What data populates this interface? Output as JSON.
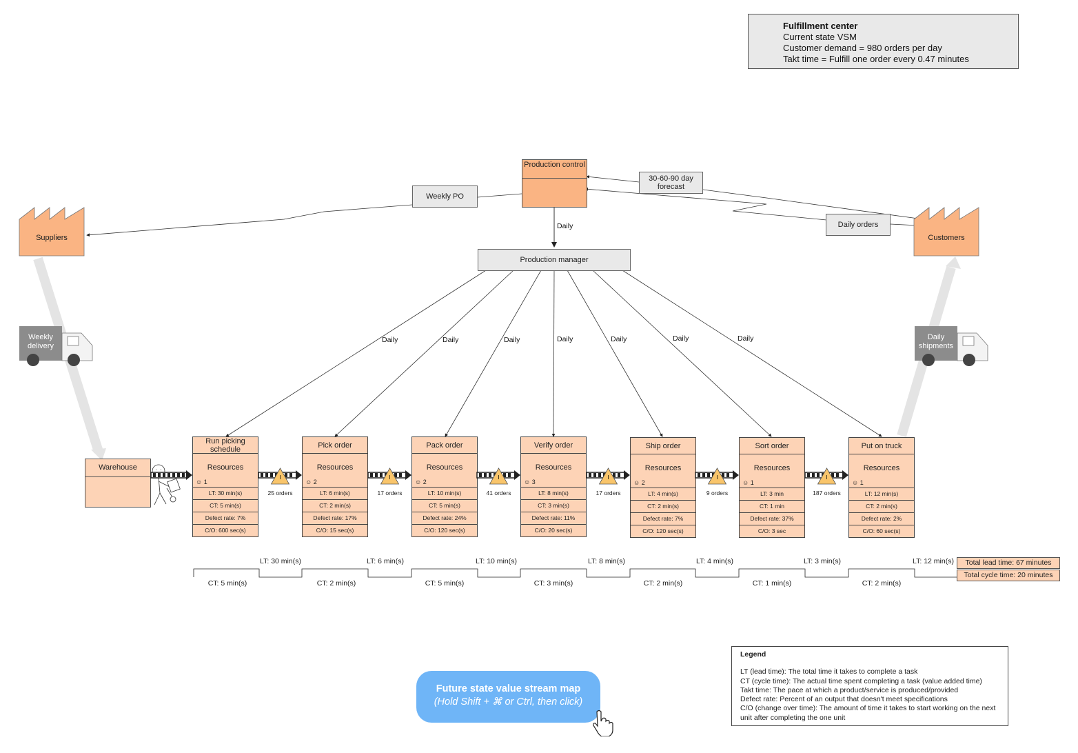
{
  "header": {
    "title": "Fulfillment center",
    "subtitle": "Current state VSM",
    "demand": "Customer demand = 980 orders per day",
    "takt": "Takt time = Fulfill one order every  0.47  minutes"
  },
  "control": {
    "production_control": "Production control",
    "production_manager": "Production manager",
    "weekly_po": "Weekly PO",
    "forecast": "30-60-90 day forecast",
    "daily_orders": "Daily orders",
    "daily": "Daily"
  },
  "entities": {
    "suppliers": "Suppliers",
    "customers": "Customers",
    "weekly_delivery": "Weekly delivery",
    "daily_shipments": "Daily shipments",
    "warehouse": "Warehouse"
  },
  "resources_label": "Resources",
  "processes": [
    {
      "title": "Run picking schedule",
      "operators": "1",
      "lt": "LT: 30 min(s)",
      "ct": "CT: 5 min(s)",
      "defect": "Defect rate: 7%",
      "co": "C/O: 600 sec(s)"
    },
    {
      "title": "Pick order",
      "operators": "2",
      "lt": "LT: 6 min(s)",
      "ct": "CT: 2 min(s)",
      "defect": "Defect rate: 17%",
      "co": "C/O: 15 sec(s)"
    },
    {
      "title": "Pack order",
      "operators": "2",
      "lt": "LT: 10 min(s)",
      "ct": "CT: 5 min(s)",
      "defect": "Defect rate: 24%",
      "co": "C/O: 120 sec(s)"
    },
    {
      "title": "Verify order",
      "operators": "3",
      "lt": "LT: 8 min(s)",
      "ct": "CT: 3 min(s)",
      "defect": "Defect rate: 11%",
      "co": "C/O: 20 sec(s)"
    },
    {
      "title": "Ship order",
      "operators": "2",
      "lt": "LT: 4 min(s)",
      "ct": "CT: 2 min(s)",
      "defect": "Defect rate: 7%",
      "co": "C/O: 120 sec(s)"
    },
    {
      "title": "Sort order",
      "operators": "1",
      "lt": "LT: 3 min",
      "ct": "CT: 1 min",
      "defect": "Defect rate: 37%",
      "co": "C/O: 3 sec"
    },
    {
      "title": "Put on truck",
      "operators": "1",
      "lt": "LT: 12 min(s)",
      "ct": "CT: 2 min(s)",
      "defect": "Defect rate: 2%",
      "co": "C/O: 60 sec(s)"
    }
  ],
  "inventory": [
    "25 orders",
    "17 orders",
    "41 orders",
    "17 orders",
    "9 orders",
    "187 orders"
  ],
  "inventory_symbol": "I",
  "timeline": {
    "lt": [
      "LT: 30 min(s)",
      "LT: 6 min(s)",
      "LT: 10 min(s)",
      "LT: 8 min(s)",
      "LT: 4 min(s)",
      "LT: 3 min(s)",
      "LT: 12 min(s)"
    ],
    "ct": [
      "CT: 5 min(s)",
      "CT: 2 min(s)",
      "CT: 5 min(s)",
      "CT: 3 min(s)",
      "CT: 2 min(s)",
      "CT: 1 min(s)",
      "CT: 2 min(s)"
    ],
    "total_lead": "Total lead time: 67 minutes",
    "total_cycle": "Total cycle time: 20 minutes"
  },
  "legend": {
    "title": "Legend",
    "items": [
      "LT (lead time): The total time it takes to complete a task",
      "CT (cycle time): The actual time spent completing a task (value added time)",
      "Takt time: The pace at which a product/service is produced/provided",
      "Defect rate: Percent of an output that doesn't meet specifications",
      "C/O (change over time): The amount of time it takes to start working on the next unit after completing the one unit"
    ]
  },
  "cta": {
    "line1": "Future state value stream map",
    "line2": "(Hold Shift + ⌘ or Ctrl, then click)"
  },
  "colors": {
    "orange": "#fab483",
    "process_fill": "#fdd3b6",
    "grey_box": "#e9e9e9",
    "truck": "#8c8c8c",
    "inventory": "#f9c56b",
    "cta": "#6fb5f7"
  },
  "icons": {
    "factory": "factory-icon",
    "truck": "truck-icon",
    "operator": "operator-icon",
    "push_arrow": "push-arrow-icon",
    "inventory": "inventory-triangle-icon",
    "worker": "worker-icon",
    "pointer": "hand-pointer-icon"
  }
}
